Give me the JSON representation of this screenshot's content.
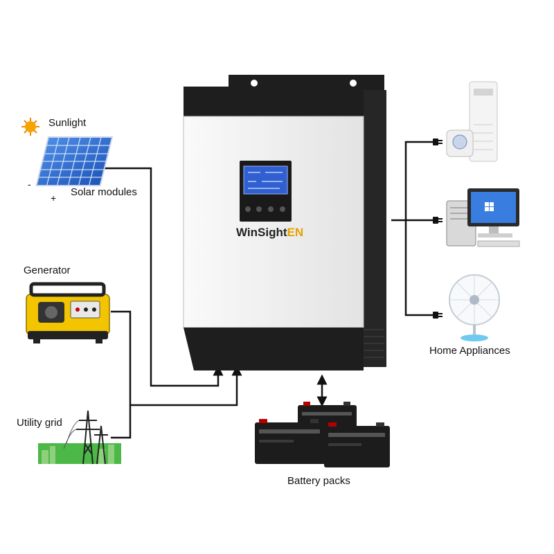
{
  "labels": {
    "sunlight": "Sunlight",
    "solar_modules": "Solar modules",
    "generator": "Generator",
    "utility_grid": "Utility grid",
    "battery_packs": "Battery packs",
    "home_appliances": "Home Appliances"
  },
  "solar_polarity": {
    "minus": "-",
    "plus": "+"
  },
  "inverter": {
    "brand_main": "WinSight",
    "brand_suffix": "EN"
  },
  "colors": {
    "inverter_body": "#f3f3f3",
    "inverter_trim": "#1e1e1e",
    "lcd": "#2f5fd0",
    "brand_accent": "#e6a100",
    "solar_panel": "#2d6fd6",
    "generator": "#f2c500",
    "battery": "#1c1c1c"
  }
}
